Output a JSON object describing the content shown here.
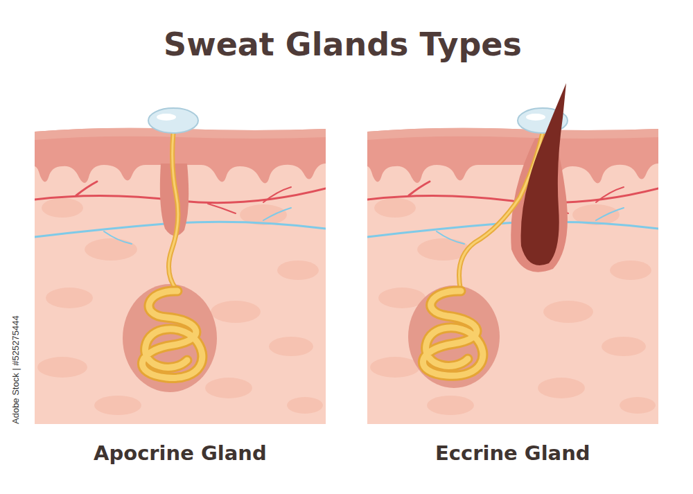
{
  "diagram": {
    "title": "Sweat Glands Types",
    "labels": [
      "Apocrine Gland",
      "Eccrine Gland",
      "Adobe Stock | #525275444"
    ]
  }
}
